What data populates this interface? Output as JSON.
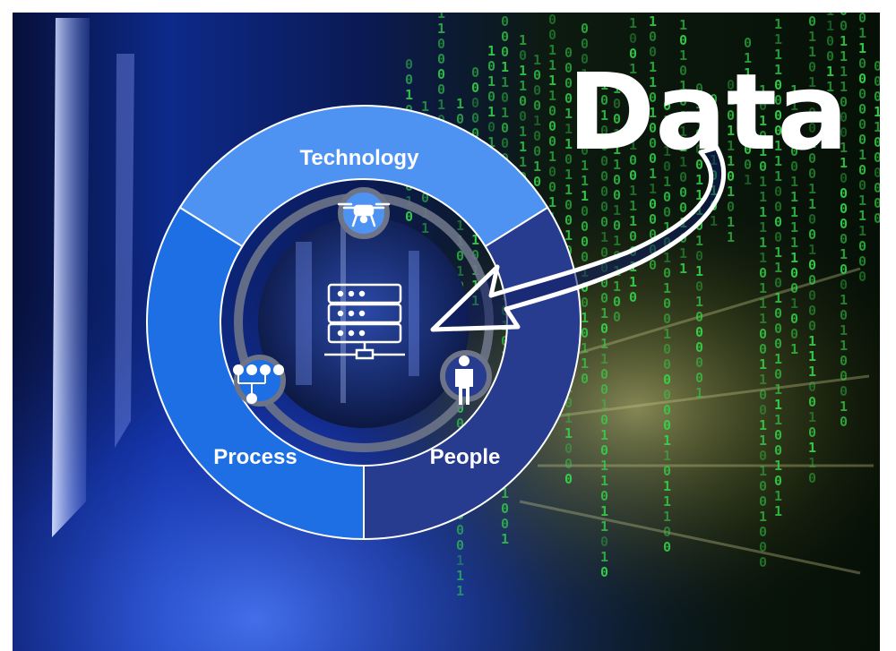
{
  "title": "Data",
  "segments": {
    "technology": {
      "label": "Technology",
      "color": "#4f93f2",
      "icon": "drone-icon"
    },
    "process": {
      "label": "Process",
      "color": "#1e6fe3",
      "icon": "process-flow-icon"
    },
    "people": {
      "label": "People",
      "color": "#283c8f",
      "icon": "person-icon"
    }
  },
  "center_icon": "server-rack-icon",
  "arrow_icon": "curved-arrow-icon",
  "palette": {
    "matrix_green": "#35d44a",
    "background_dark": "#0a1208",
    "corridor_blue": "#1c3ec4"
  }
}
